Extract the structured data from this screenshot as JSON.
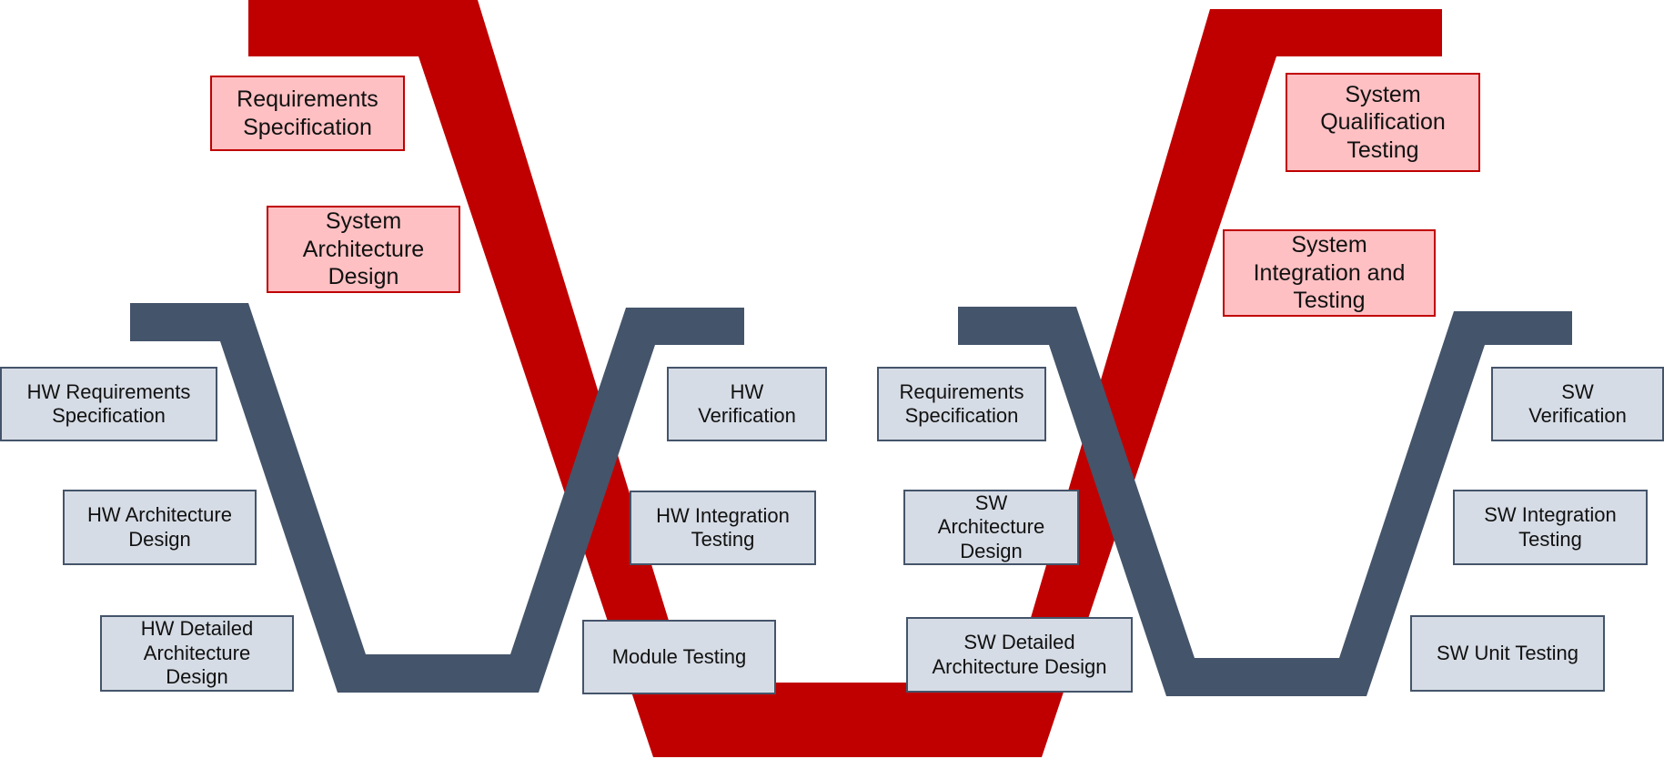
{
  "colors": {
    "system_v": "#C00000",
    "sub_v": "#44546A",
    "red_box_fill": "#FFC0C3",
    "gray_box_fill": "#D6DCE5"
  },
  "system_level": {
    "left": [
      "Requirements\nSpecification",
      "System\nArchitecture\nDesign"
    ],
    "right": [
      "System\nQualification\nTesting",
      "System\nIntegration and\nTesting"
    ]
  },
  "hardware_level": {
    "left": [
      "HW Requirements\nSpecification",
      "HW Architecture\nDesign",
      "HW Detailed\nArchitecture\nDesign"
    ],
    "right": [
      "HW\nVerification",
      "HW Integration\nTesting",
      "Module Testing"
    ]
  },
  "software_level": {
    "left": [
      "Requirements\nSpecification",
      "SW\nArchitecture\nDesign",
      "SW Detailed\nArchitecture Design"
    ],
    "right": [
      "SW\nVerification",
      "SW Integration\nTesting",
      "SW Unit Testing"
    ]
  }
}
